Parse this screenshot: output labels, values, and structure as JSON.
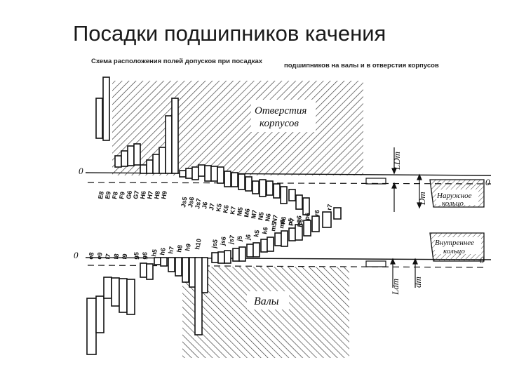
{
  "slide": {
    "title": "Посадки подшипников качения"
  },
  "figure": {
    "caption_left": "Схема расположения полей допусков при посадках",
    "caption_right": "подшипников на валы и в отверстия корпусов",
    "label_housing_line1": "Отверстия",
    "label_housing_line2": "корпусов",
    "label_shafts": "Валы",
    "label_outer_ring_line1": "Наружное",
    "label_outer_ring_line2": "кольцо",
    "label_inner_ring_line1": "Внутреннее",
    "label_inner_ring_line2": "кольцо",
    "zero_mark": "0",
    "dim_LDm": "LDm",
    "dim_Dm": "Dm",
    "dim_Ldm": "Ldm",
    "dim_dm": "dm",
    "housing_fits": [
      "E8",
      "E9",
      "F8",
      "F9",
      "G6",
      "G7",
      "H6",
      "H7",
      "H8",
      "H9",
      "Js5",
      "Js6",
      "Js7",
      "J6",
      "J7",
      "K5",
      "K6",
      "K7",
      "M5",
      "M6",
      "M7",
      "N5",
      "N6",
      "N7",
      "P6",
      "P7",
      "R6"
    ],
    "shaft_fits": [
      "e8",
      "e9",
      "f7",
      "f8",
      "f9",
      "g5",
      "g6",
      "h5",
      "h6",
      "h7",
      "h8",
      "h9",
      "h10",
      "js5",
      "js6",
      "js7",
      "j5",
      "j6",
      "k5",
      "k6",
      "m5",
      "m6",
      "n5",
      "n6",
      "p6",
      "r6",
      "r7"
    ]
  }
}
